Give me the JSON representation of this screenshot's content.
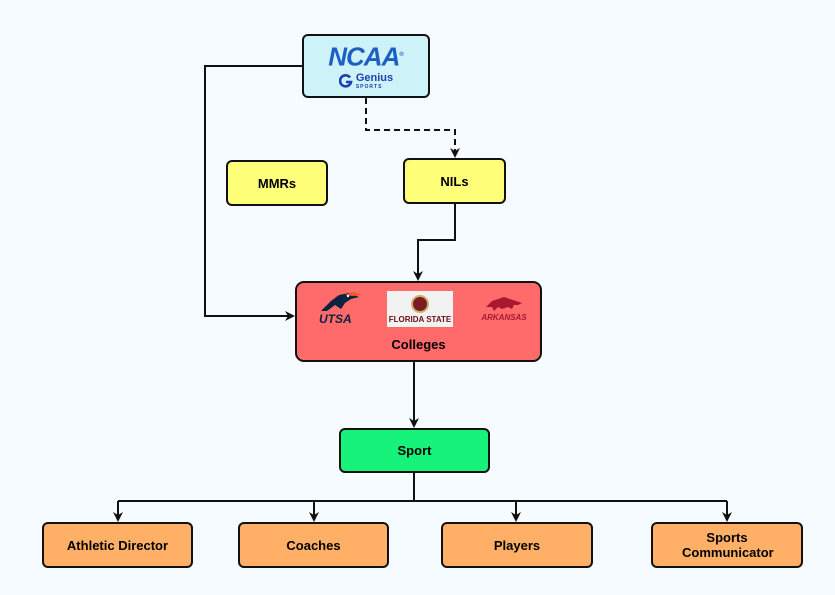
{
  "diagram": {
    "top": {
      "logo_text": "NCAA",
      "sublogo_text": "Genius",
      "sublogo_caption": "SPORTS"
    },
    "mmrs": "MMRs",
    "nils": "NILs",
    "colleges": {
      "label": "Colleges",
      "logos": [
        {
          "name": "UTSA",
          "text": "UTSA"
        },
        {
          "name": "Florida State",
          "text": "FLORIDA STATE"
        },
        {
          "name": "Arkansas",
          "text": "ARKANSAS"
        }
      ]
    },
    "sport": "Sport",
    "roles": [
      "Athletic Director",
      "Coaches",
      "Players",
      "Sports Communicator"
    ],
    "colors": {
      "ncaa_box": "#cdf3f9",
      "yellow_box": "#ffff7a",
      "colleges_box": "#ff6b6b",
      "sport_box": "#16f27a",
      "role_box": "#ffb066",
      "ncaa_blue": "#1d5ec4"
    }
  }
}
